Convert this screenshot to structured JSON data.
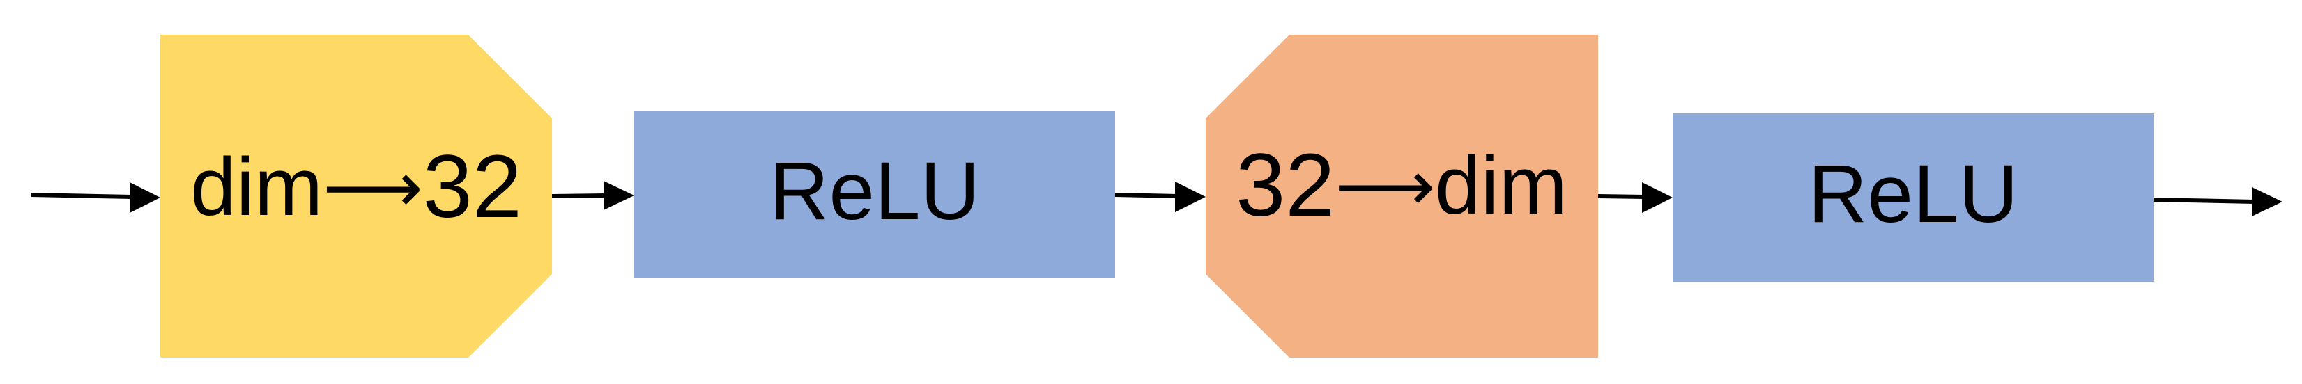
{
  "diagram": {
    "nodes": [
      {
        "id": "down-projection",
        "label_part1": "dim",
        "arrow": "⟶",
        "label_part2": "32",
        "color": "#FFD966",
        "shape": "right-pointing-chamfer"
      },
      {
        "id": "relu-1",
        "label": "ReLU",
        "color": "#8EAADB",
        "shape": "rectangle"
      },
      {
        "id": "up-projection",
        "label_part1": "32",
        "arrow": "⟶",
        "label_part2": "dim",
        "color": "#F4B183",
        "shape": "left-pointing-chamfer"
      },
      {
        "id": "relu-2",
        "label": "ReLU",
        "color": "#8EAADB",
        "shape": "rectangle"
      }
    ],
    "edges": [
      {
        "from": "input",
        "to": "down-projection"
      },
      {
        "from": "down-projection",
        "to": "relu-1"
      },
      {
        "from": "relu-1",
        "to": "up-projection"
      },
      {
        "from": "up-projection",
        "to": "relu-2"
      },
      {
        "from": "relu-2",
        "to": "output"
      }
    ],
    "arrow_color": "#000000"
  }
}
